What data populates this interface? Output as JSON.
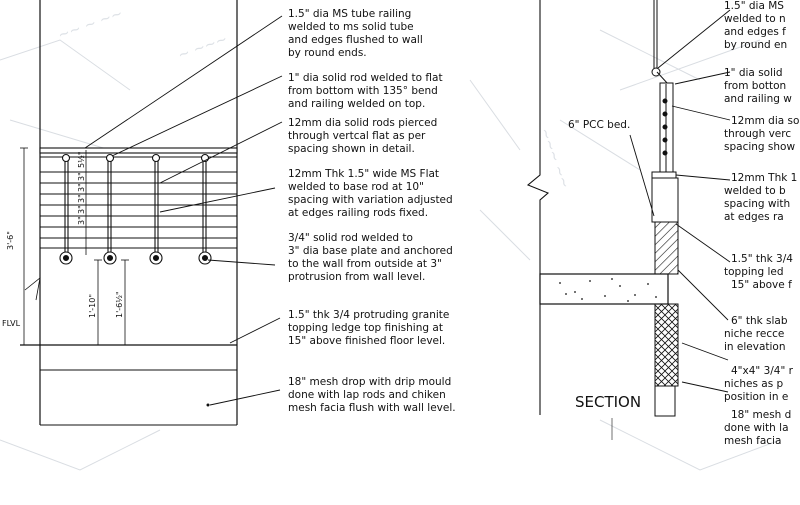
{
  "left_notes": [
    "1.5\" dia MS tube railing",
    "welded to ms solid tube",
    "and edges flushed to wall",
    "by round ends.",
    "1\" dia solid rod welded to flat",
    "from bottom with 135° bend",
    "and railing welded on top.",
    "12mm dia solid rods pierced",
    "through vertcal flat as per",
    "spacing shown in detail.",
    "12mm Thk 1.5\" wide MS Flat",
    "welded to base rod at 10\"",
    "spacing with variation adjusted",
    "at edges railing rods fixed.",
    "3/4\" solid rod welded to",
    "3\" dia base plate and anchored",
    "to the wall from outside at 3\"",
    "protrusion from wall level.",
    "1.5\" thk 3/4 protruding granite",
    "topping ledge top finishing at",
    "15\" above finished floor level.",
    "18\" mesh drop with drip mould",
    "done with lap rods and chiken",
    "mesh facia flush with wall level."
  ],
  "right_notes": [
    "1.5\" dia MS",
    "welded to n",
    "and edges f",
    "by round en",
    "1\" dia solid",
    "from botton",
    "and railing w",
    "12mm dia so",
    "through verc",
    "spacing show",
    "12mm Thk 1",
    "welded to b",
    "spacing with",
    "at edges ra",
    "1.5\" thk 3/4",
    "topping led",
    "15\" above f",
    "6\" thk slab",
    "niche recce",
    "in elevation",
    "4\"x4\" 3/4\" r",
    "niches as p",
    "position in e",
    "18\" mesh d",
    "done with la",
    "mesh facia"
  ],
  "labels": {
    "pcc": "6\" PCC bed.",
    "section": "SECTION",
    "ffl": "FLVL"
  },
  "dimensions": {
    "overall_height": "3'-6\"",
    "height_1": "1'-10\"",
    "height_2": "1'-6½\"",
    "top_gap": "5½\"",
    "rod_spacing": [
      "3\"",
      "3\"",
      "3\"",
      "3\"",
      "3\""
    ]
  },
  "colors": {
    "ink": "#111111",
    "paper": "#ffffff",
    "ghost_drawing": "#d9dde2"
  }
}
